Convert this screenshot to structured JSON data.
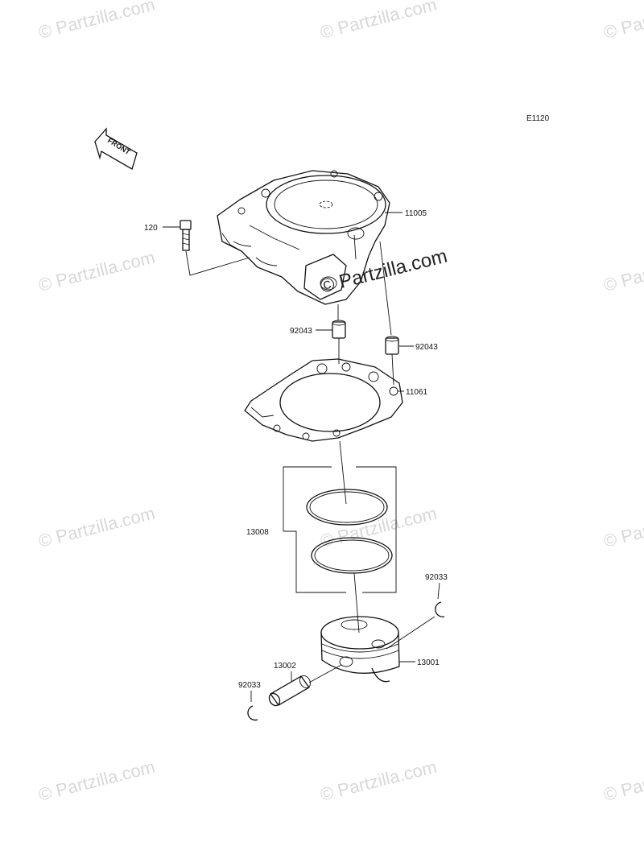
{
  "diagram": {
    "code": "E1120",
    "front_label": "FRONT",
    "watermark": "© Partzilla.com",
    "callouts": {
      "cylinder": "11005",
      "bolt": "120",
      "dowel_left": "92043",
      "dowel_right": "92043",
      "gasket": "11061",
      "ring_set": "13008",
      "clip_right": "92033",
      "piston": "13001",
      "pin": "13002",
      "clip_left": "92033"
    }
  }
}
